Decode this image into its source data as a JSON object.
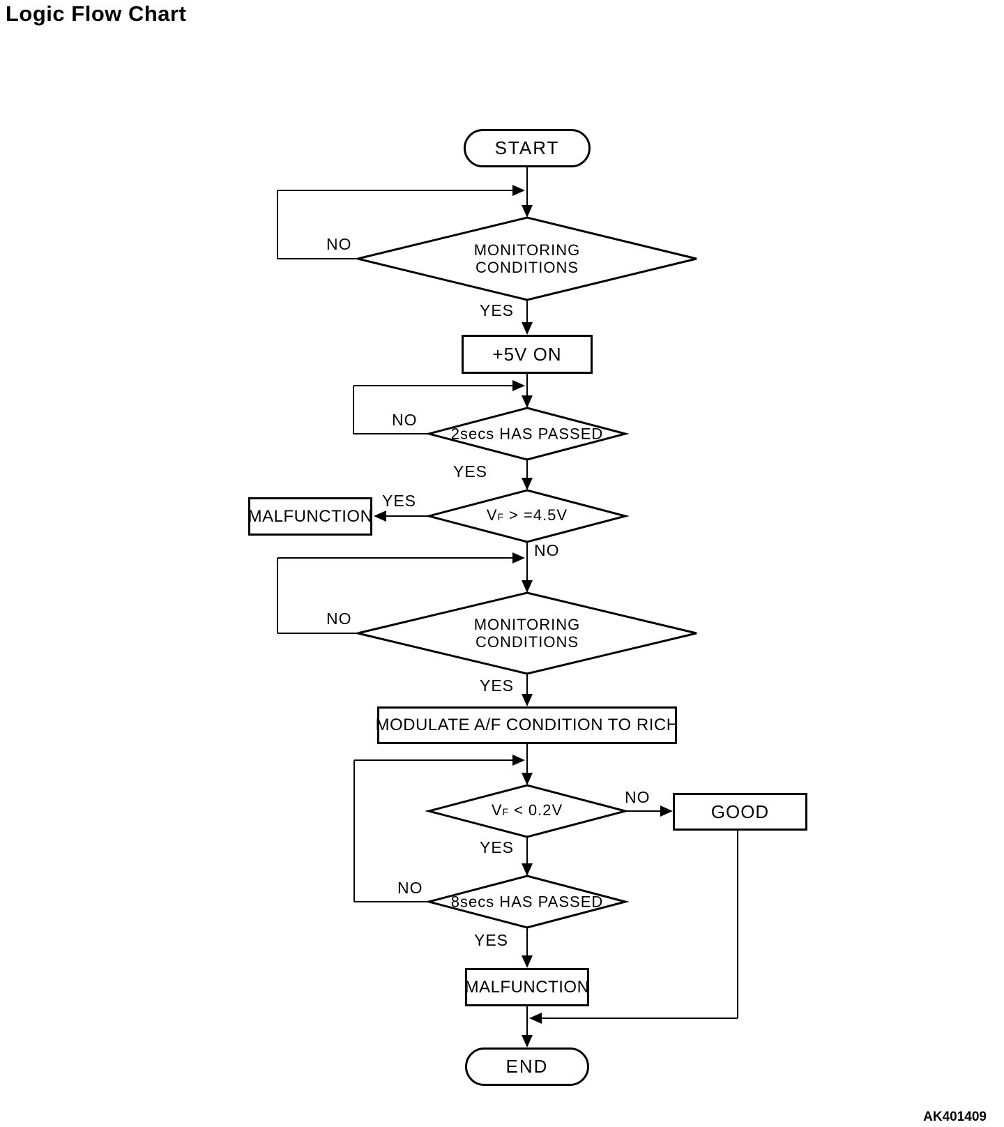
{
  "title": "Logic Flow Chart",
  "figure_code": "AK401409",
  "colors": {
    "ink": "#000000",
    "background": "#ffffff"
  },
  "nodes": {
    "start": {
      "type": "terminator",
      "label": "START"
    },
    "monitoring_conditions_1": {
      "type": "decision",
      "line1": "MONITORING",
      "line2": "CONDITIONS"
    },
    "plus_5v_on": {
      "type": "process",
      "label": "+5V ON"
    },
    "wait_2secs": {
      "type": "decision",
      "label": "2secs HAS PASSED"
    },
    "vf_ge_4_5v": {
      "type": "decision",
      "base": "V",
      "subscript": "F",
      "condition": " > =4.5V"
    },
    "malfunction_1": {
      "type": "process",
      "label": "MALFUNCTION"
    },
    "monitoring_conditions_2": {
      "type": "decision",
      "line1": "MONITORING",
      "line2": "CONDITIONS"
    },
    "modulate_af_rich": {
      "type": "process",
      "label": "MODULATE A/F CONDITION TO RICH"
    },
    "vf_lt_0_2v": {
      "type": "decision",
      "base": "V",
      "subscript": "F",
      "condition": " < 0.2V"
    },
    "good": {
      "type": "process",
      "label": "GOOD"
    },
    "wait_8secs": {
      "type": "decision",
      "label": "8secs HAS PASSED"
    },
    "malfunction_2": {
      "type": "process",
      "label": "MALFUNCTION"
    },
    "end": {
      "type": "terminator",
      "label": "END"
    }
  },
  "edges": [
    {
      "from": "start",
      "to": "monitoring_conditions_1",
      "label": ""
    },
    {
      "from": "monitoring_conditions_1",
      "to": "monitoring_conditions_1",
      "label": "NO"
    },
    {
      "from": "monitoring_conditions_1",
      "to": "plus_5v_on",
      "label": "YES"
    },
    {
      "from": "plus_5v_on",
      "to": "wait_2secs",
      "label": ""
    },
    {
      "from": "wait_2secs",
      "to": "wait_2secs",
      "label": "NO"
    },
    {
      "from": "wait_2secs",
      "to": "vf_ge_4_5v",
      "label": "YES"
    },
    {
      "from": "vf_ge_4_5v",
      "to": "malfunction_1",
      "label": "YES"
    },
    {
      "from": "vf_ge_4_5v",
      "to": "monitoring_conditions_2",
      "label": "NO"
    },
    {
      "from": "monitoring_conditions_2",
      "to": "monitoring_conditions_2",
      "label": "NO"
    },
    {
      "from": "monitoring_conditions_2",
      "to": "modulate_af_rich",
      "label": "YES"
    },
    {
      "from": "modulate_af_rich",
      "to": "vf_lt_0_2v",
      "label": ""
    },
    {
      "from": "vf_lt_0_2v",
      "to": "good",
      "label": "NO"
    },
    {
      "from": "vf_lt_0_2v",
      "to": "wait_8secs",
      "label": "YES"
    },
    {
      "from": "wait_8secs",
      "to": "vf_lt_0_2v",
      "label": "NO"
    },
    {
      "from": "wait_8secs",
      "to": "malfunction_2",
      "label": "YES"
    },
    {
      "from": "malfunction_2",
      "to": "end",
      "label": ""
    },
    {
      "from": "good",
      "to": "end",
      "label": ""
    }
  ]
}
